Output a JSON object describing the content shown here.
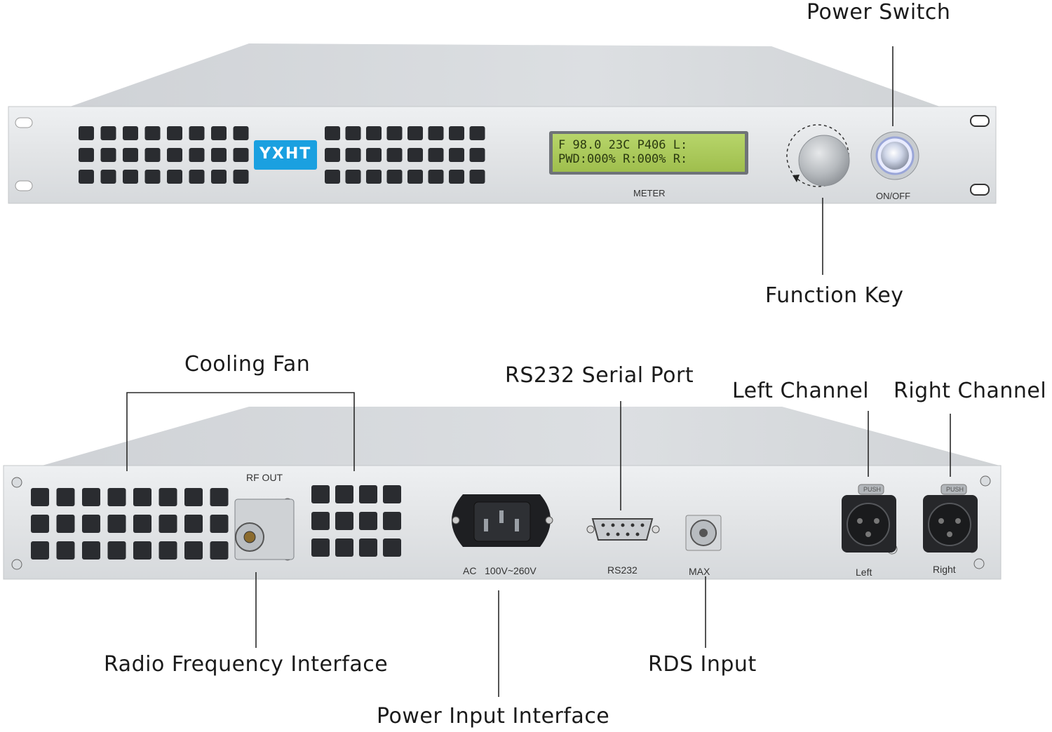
{
  "front_panel": {
    "brand": "YXHT",
    "lcd_line1": "F 98.0 23C P406 L:",
    "lcd_line2": "PWD:000% R:000% R:",
    "meter_label": "METER",
    "onoff_label": "ON/OFF"
  },
  "rear_panel": {
    "rf_out_label": "RF OUT",
    "ac_label": "AC   100V~260V",
    "rs232_label": "RS232",
    "max_label": "MAX",
    "left_label": "Left",
    "right_label": "Right",
    "push_label": "PUSH"
  },
  "callouts": {
    "power_switch": "Power Switch",
    "function_key": "Function Key",
    "cooling_fan": "Cooling Fan",
    "rs232_serial_port": "RS232 Serial Port",
    "left_channel": "Left Channel",
    "right_channel": "Right Channel",
    "radio_frequency_interface": "Radio Frequency Interface",
    "rds_input": "RDS Input",
    "power_input_interface": "Power Input Interface"
  },
  "colors": {
    "chassis": "#e4e6e8",
    "chassis_top": "#d4d7da",
    "vent": "#2a2c30",
    "lcd": "#a9c95a",
    "brand_bg": "#1aa0e0"
  }
}
